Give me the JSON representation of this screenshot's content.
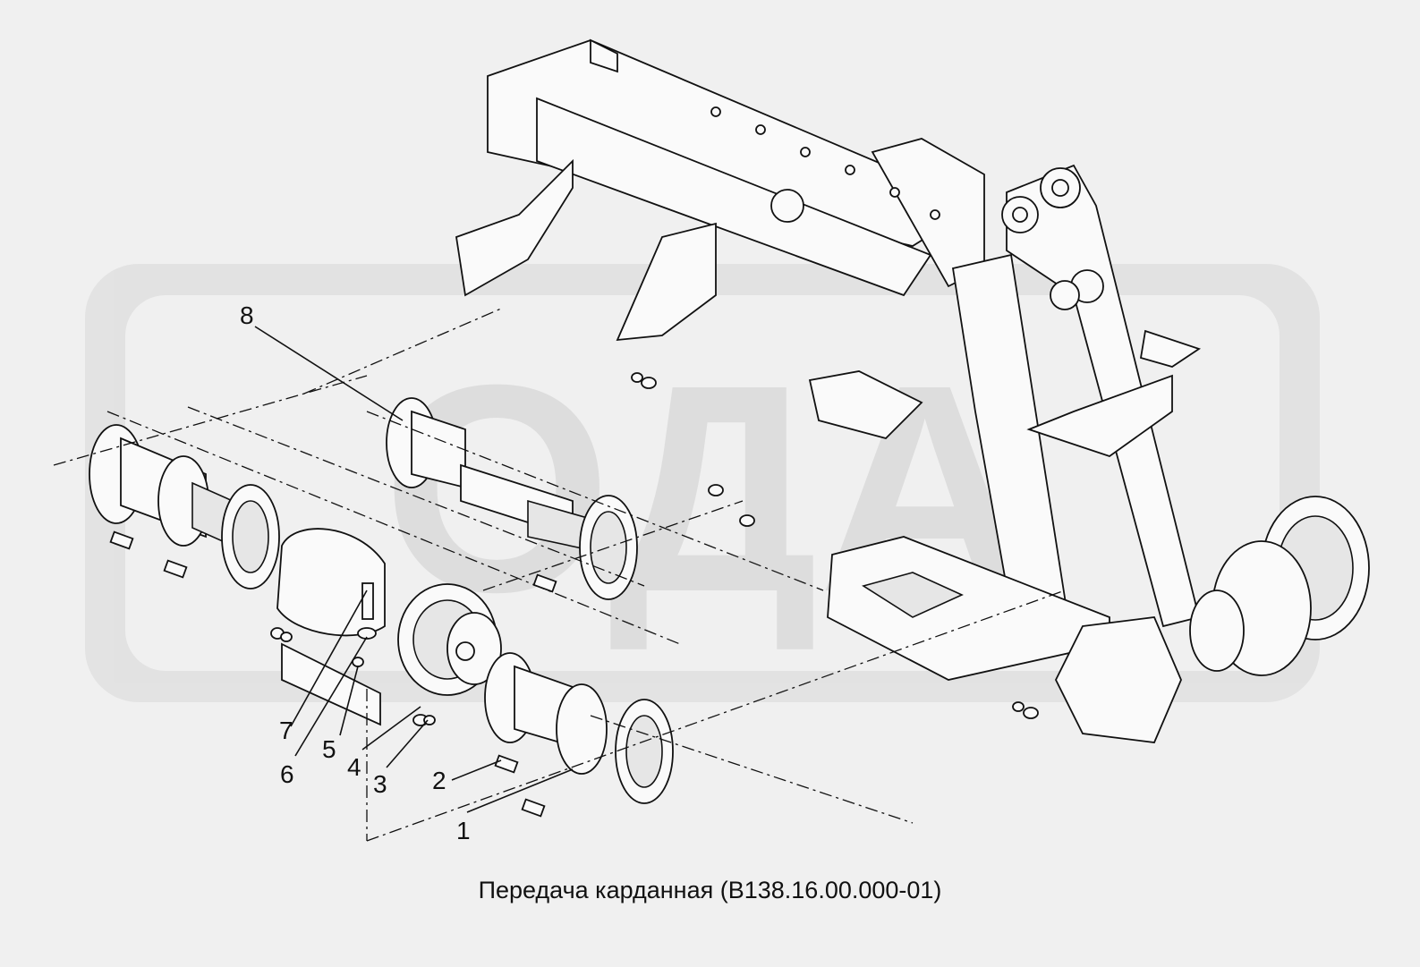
{
  "caption": "Передача карданная (В138.16.00.000-01)",
  "callouts": [
    "1",
    "2",
    "3",
    "4",
    "5",
    "6",
    "7",
    "8"
  ],
  "watermark_text": "ОДА"
}
